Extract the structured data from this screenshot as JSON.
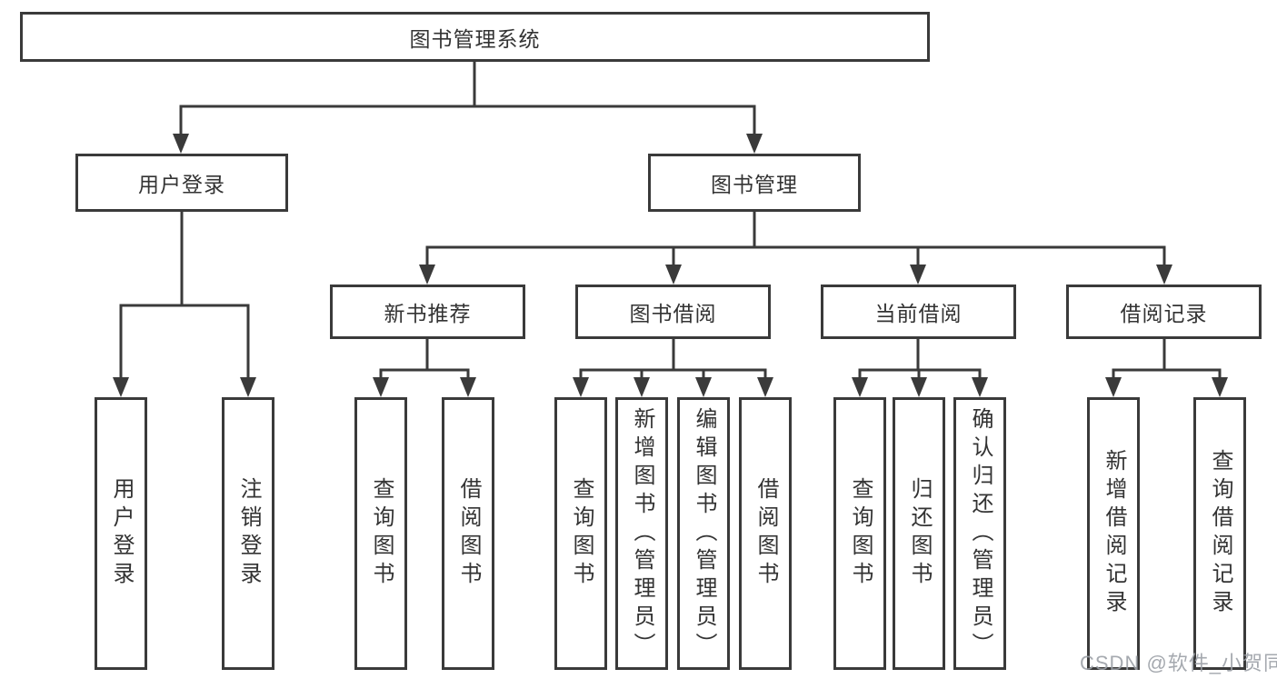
{
  "diagram": {
    "root_label": "图书管理系统",
    "level1": {
      "user": "用户登录",
      "management": "图书管理"
    },
    "level2": {
      "newbook": "新书推荐",
      "borrow": "图书借阅",
      "current": "当前借阅",
      "records": "借阅记录"
    },
    "leaves": {
      "user": [
        "用户登录",
        "注销登录"
      ],
      "newbook": [
        "查询图书",
        "借阅图书"
      ],
      "borrow": [
        "查询图书",
        "新增图书（管理员）",
        "编辑图书（管理员）",
        "借阅图书"
      ],
      "current": [
        "查询图书",
        "归还图书",
        "确认归还（管理员）"
      ],
      "records": [
        "新增借阅记录",
        "查询借阅记录"
      ]
    },
    "colors": {
      "line": "#3a3a3a",
      "text": "#333333",
      "background": "#ffffff",
      "watermark": "#9ba0a6"
    }
  },
  "watermark": {
    "text": "CSDN @软件_小贺同学"
  }
}
